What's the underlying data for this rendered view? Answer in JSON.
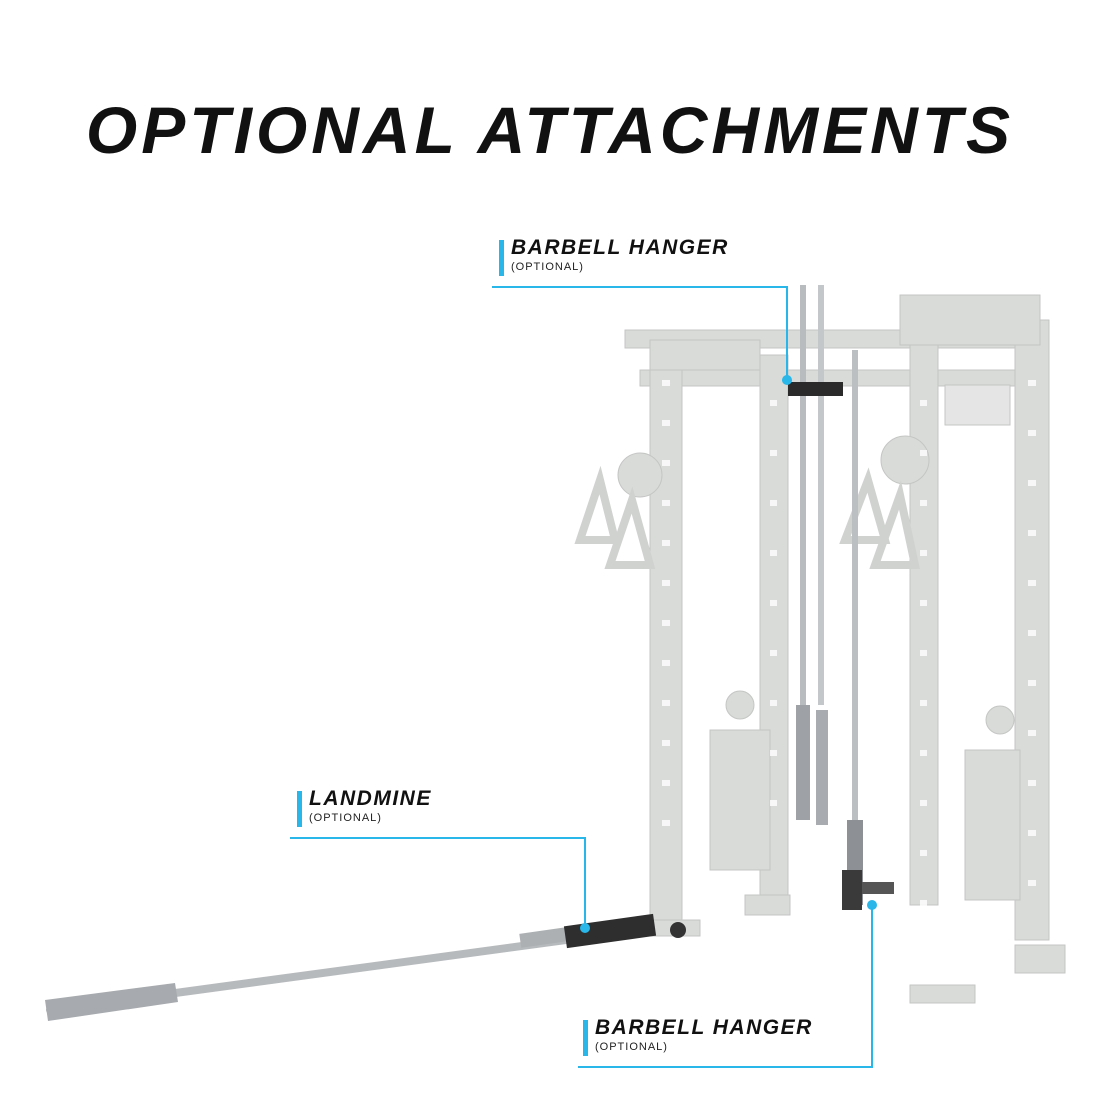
{
  "title": "OPTIONAL ATTACHMENTS",
  "accent_color": "#29b6e8",
  "callouts": {
    "top_hanger": {
      "label": "BARBELL HANGER",
      "sub": "(OPTIONAL)"
    },
    "landmine": {
      "label": "LANDMINE",
      "sub": "(OPTIONAL)"
    },
    "bottom_hanger": {
      "label": "BARBELL HANGER",
      "sub": "(OPTIONAL)"
    }
  }
}
